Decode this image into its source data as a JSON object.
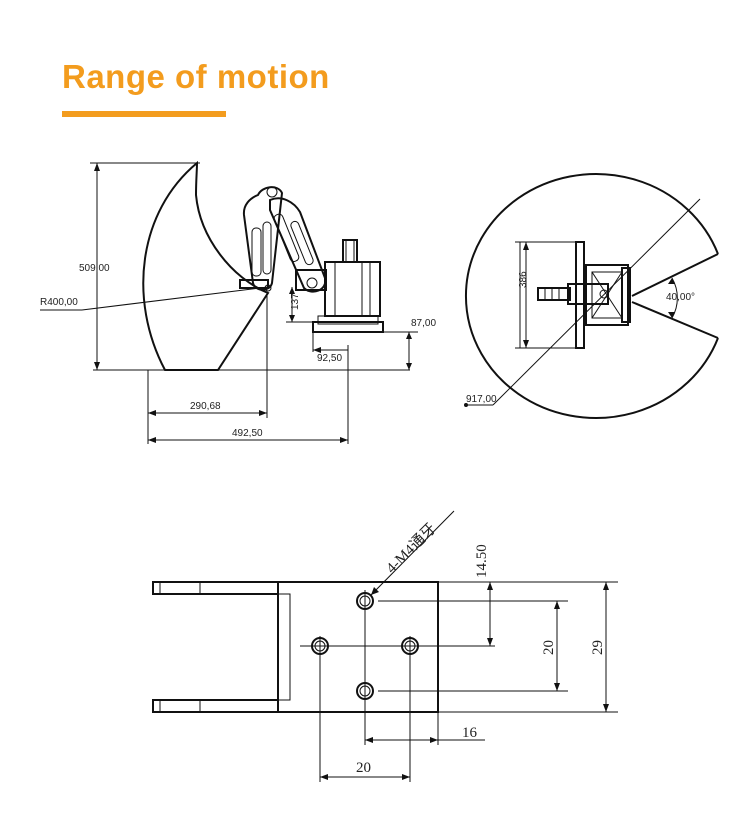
{
  "header": {
    "title": "Range of motion",
    "accent_color": "#f39c1e"
  },
  "side_view": {
    "height_label": "509,00",
    "radius_label": "R400,00",
    "joint_height_label": "137",
    "base_height_label": "87,00",
    "base_offset_label": "92,50",
    "inner_reach_label": "290,68",
    "outer_reach_label": "492,50"
  },
  "top_view": {
    "depth_label": "386",
    "angle_label": "40,00°",
    "diameter_label": "917,00"
  },
  "mount_plate": {
    "thread_label": "4-M4通牙",
    "offset_top_label": "14.50",
    "hole_spacing_vertical_label": "20",
    "plate_height_label": "29",
    "edge_offset_label": "16",
    "hole_spacing_horizontal_label": "20"
  }
}
